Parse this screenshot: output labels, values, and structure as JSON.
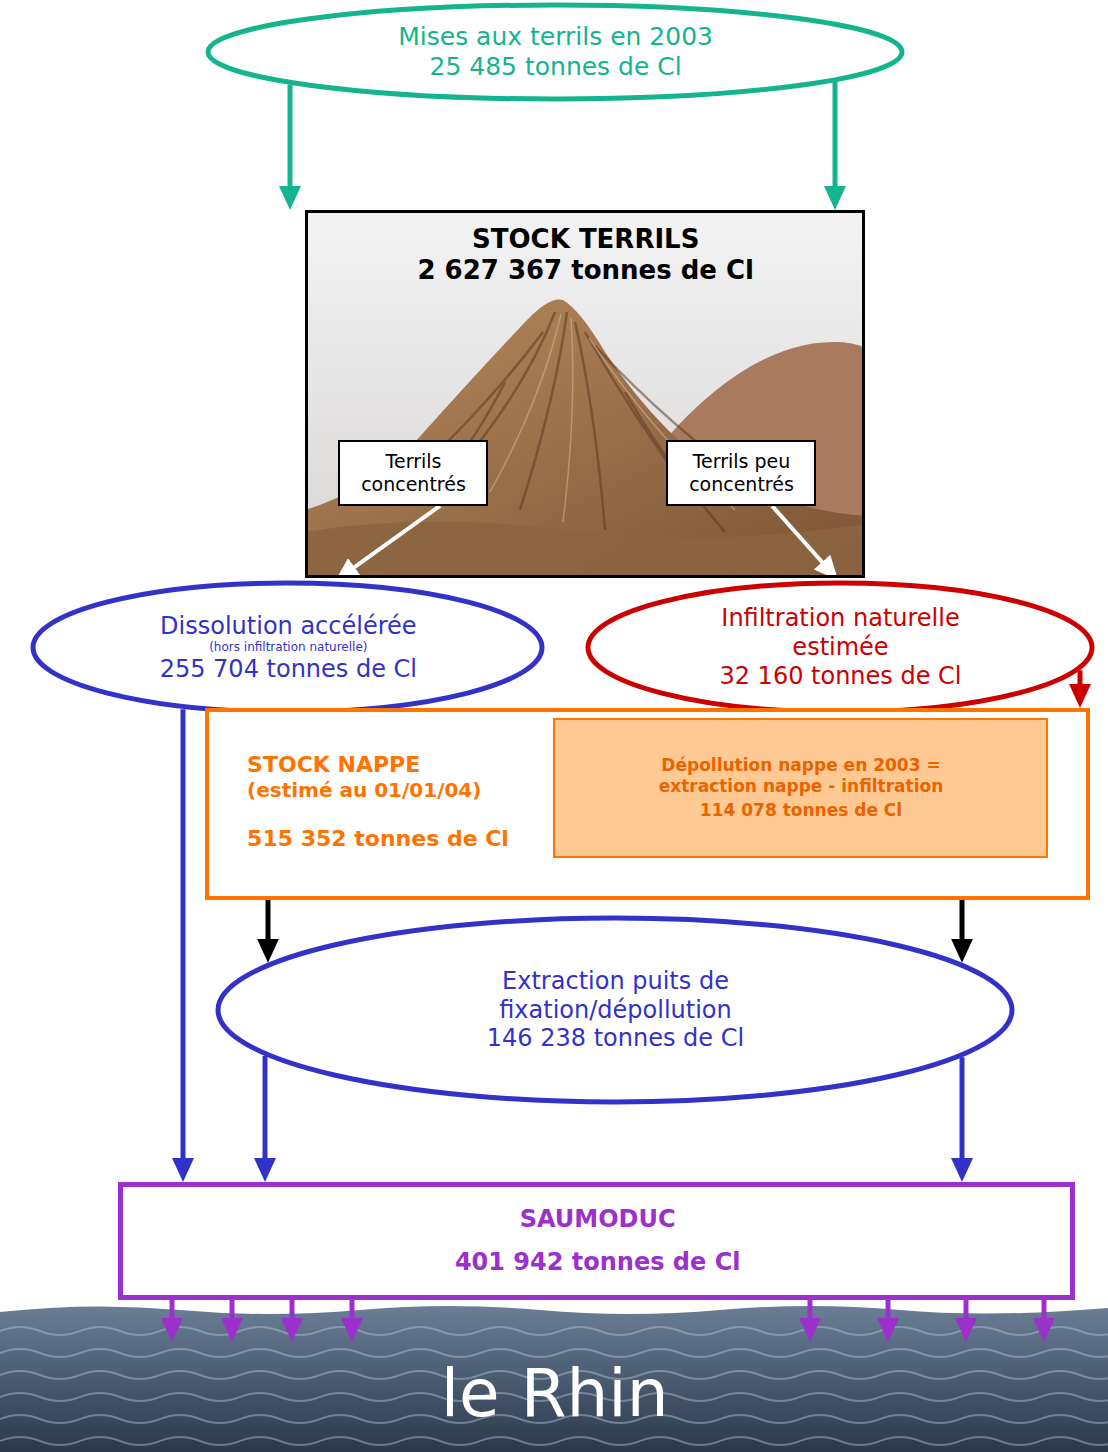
{
  "diagram": {
    "nodes": [
      {
        "text": [
          "Mises aux terrils en 2003",
          "25 485 tonnes de Cl"
        ]
      },
      {
        "text": [
          "STOCK TERRILS",
          "2 627 367 tonnes de Cl"
        ]
      },
      {
        "text": [
          "Terrils concentrés"
        ],
        "in": 1
      },
      {
        "text": [
          "Terrils peu concentrés"
        ],
        "in": 1
      },
      {
        "text": [
          "Dissolution accélérée",
          "(hors infiltration naturelle)",
          "255 704 tonnes de Cl"
        ]
      },
      {
        "text": [
          "Infiltration naturelle estimée",
          "32 160 tonnes de Cl"
        ]
      },
      {
        "text": [
          "STOCK NAPPE",
          "(estimé au 01/01/04)",
          "515 352 tonnes de Cl"
        ]
      },
      {
        "text": [
          "Dépollution nappe en 2003 = extraction nappe - infiltration",
          "114 078 tonnes de Cl"
        ],
        "in": 6
      },
      {
        "text": [
          "Extraction puits de fixation/dépollution",
          "146 238 tonnes de Cl"
        ]
      },
      {
        "text": [
          "SAUMODUC",
          "401 942 tonnes de Cl"
        ]
      },
      {
        "text": [
          "le Rhin"
        ]
      }
    ],
    "edges": [
      {
        "from": 0,
        "to": 1,
        "arrow": "to"
      },
      {
        "from": 0,
        "to": 1,
        "arrow": "to"
      },
      {
        "from": 2,
        "to": 4,
        "arrow": "to"
      },
      {
        "from": 3,
        "to": 5,
        "arrow": "to"
      },
      {
        "from": 4,
        "to": 9,
        "arrow": "to"
      },
      {
        "from": 5,
        "to": 6,
        "arrow": "to"
      },
      {
        "from": 6,
        "to": 8,
        "arrow": "to"
      },
      {
        "from": 6,
        "to": 8,
        "arrow": "to"
      },
      {
        "from": 8,
        "to": 9,
        "arrow": "to"
      },
      {
        "from": 8,
        "to": 9,
        "arrow": "to"
      },
      {
        "from": 9,
        "to": 10,
        "arrow": "to"
      },
      {
        "from": 9,
        "to": 10,
        "arrow": "to"
      },
      {
        "from": 9,
        "to": 10,
        "arrow": "to"
      },
      {
        "from": 9,
        "to": 10,
        "arrow": "to"
      },
      {
        "from": 9,
        "to": 10,
        "arrow": "to"
      },
      {
        "from": 9,
        "to": 10,
        "arrow": "to"
      },
      {
        "from": 9,
        "to": 10,
        "arrow": "to"
      },
      {
        "from": 9,
        "to": 10,
        "arrow": "to"
      }
    ]
  }
}
